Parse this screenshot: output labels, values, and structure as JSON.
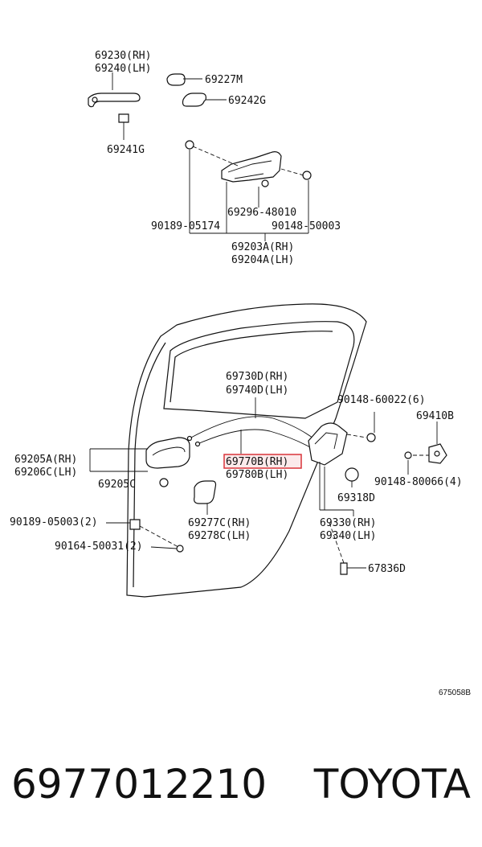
{
  "labels": {
    "l69230": "69230(RH)",
    "l69240": "69240(LH)",
    "l69227M": "69227M",
    "l69242G": "69242G",
    "l69241G": "69241G",
    "l69296": "69296-48010",
    "l90189a": "90189-05174",
    "l90148a": "90148-50003",
    "l69203A": "69203A(RH)",
    "l69204A": "69204A(LH)",
    "l69730D": "69730D(RH)",
    "l69740D": "69740D(LH)",
    "l90148b": "90148-60022(6)",
    "l69410B": "69410B",
    "l69205A": "69205A(RH)",
    "l69206C": "69206C(LH)",
    "l69205C": "69205C",
    "l69770B": "69770B(RH)",
    "l69780B": "69780B(LH)",
    "l90148c": "90148-80066(4)",
    "l69318D": "69318D",
    "l90189b": "90189-05003(2)",
    "l69277C": "69277C(RH)",
    "l69278C": "69278C(LH)",
    "l69330": "69330(RH)",
    "l69340": "69340(LH)",
    "l90164": "90164-50031(2)",
    "l67836D": "67836D",
    "drawing_code": "675058B"
  },
  "highlight_color": "#d9343a",
  "footer": {
    "part_number": "6977012210",
    "brand": "TOYOTA"
  }
}
